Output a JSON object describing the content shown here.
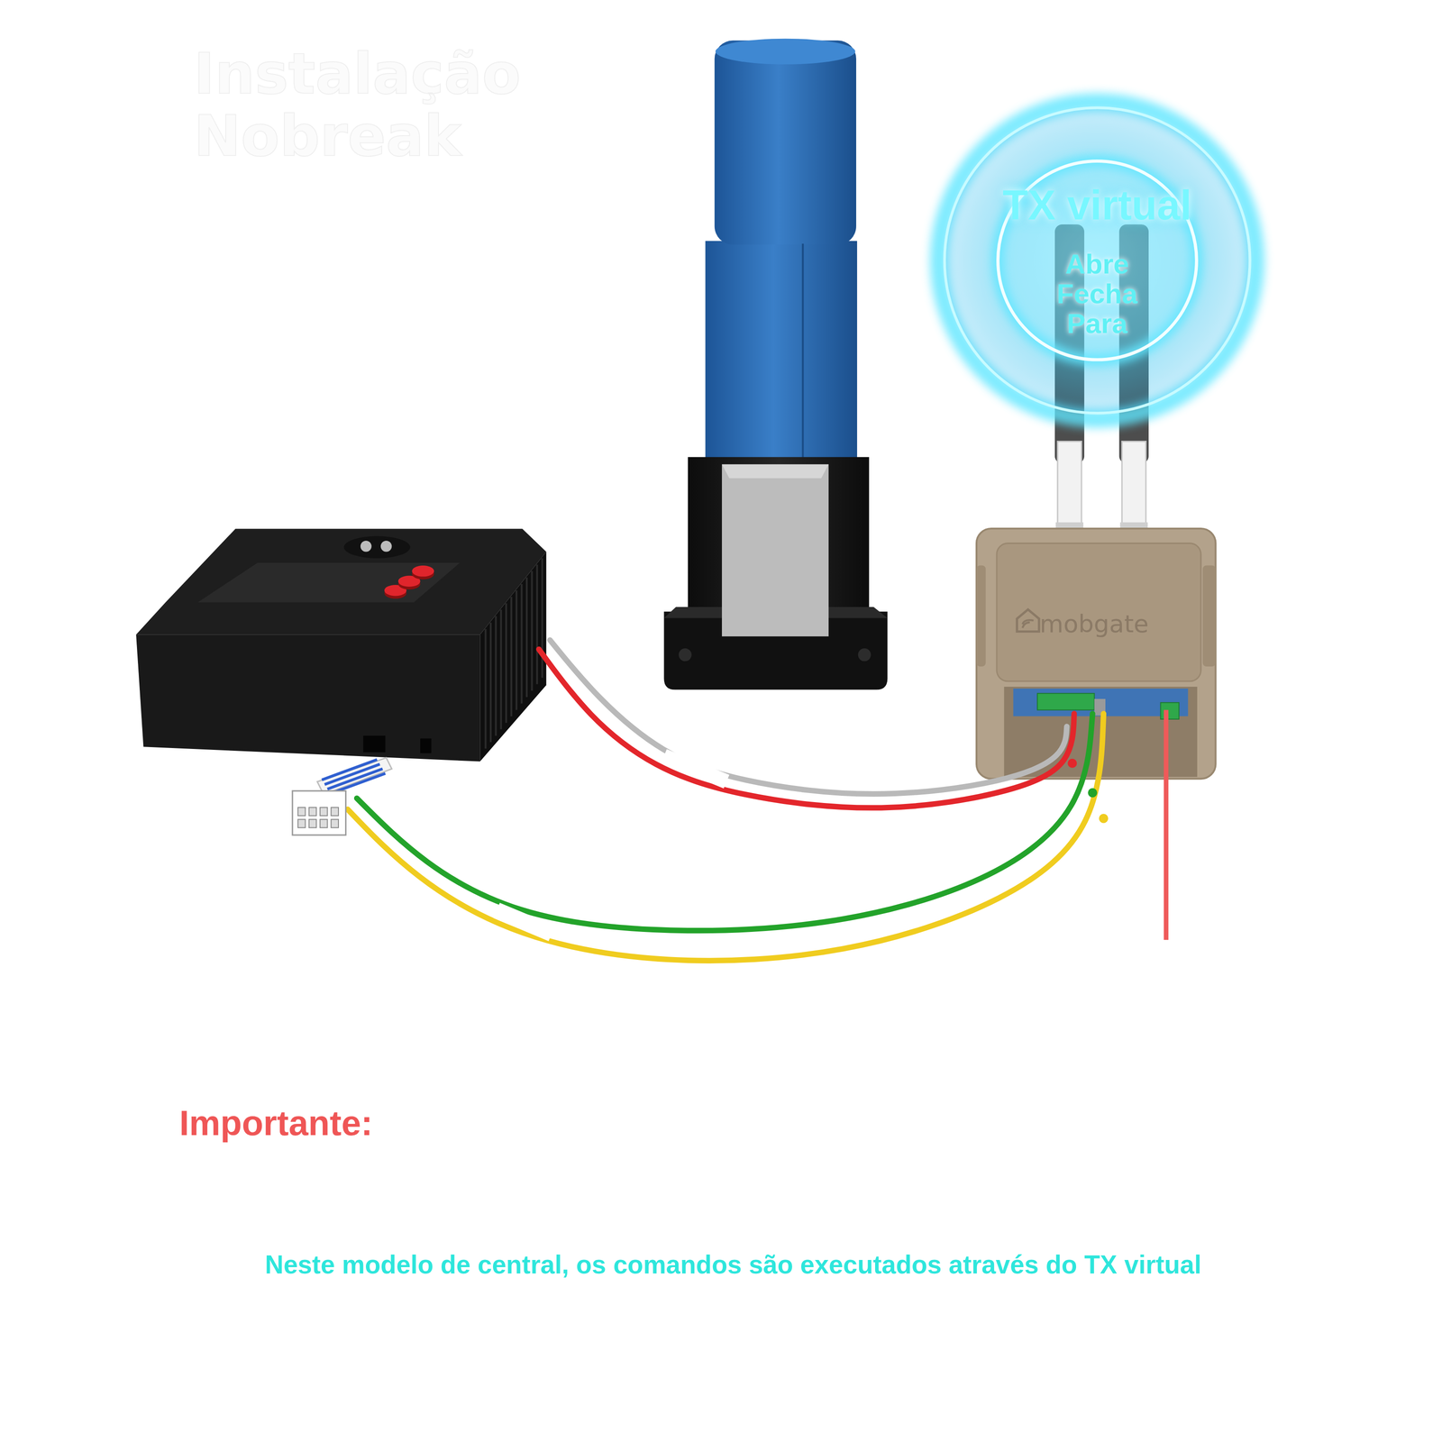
{
  "diagram": {
    "title": "Instalação Nobreak",
    "nodes": [
      {
        "text": [
          "TX virtual",
          "Abre",
          "Fecha",
          "Para"
        ]
      },
      {
        "text": [
          "mobgate"
        ]
      }
    ],
    "labels": [
      "Importante:",
      "Neste modelo de central, os comandos são executados através do TX virtual"
    ]
  }
}
